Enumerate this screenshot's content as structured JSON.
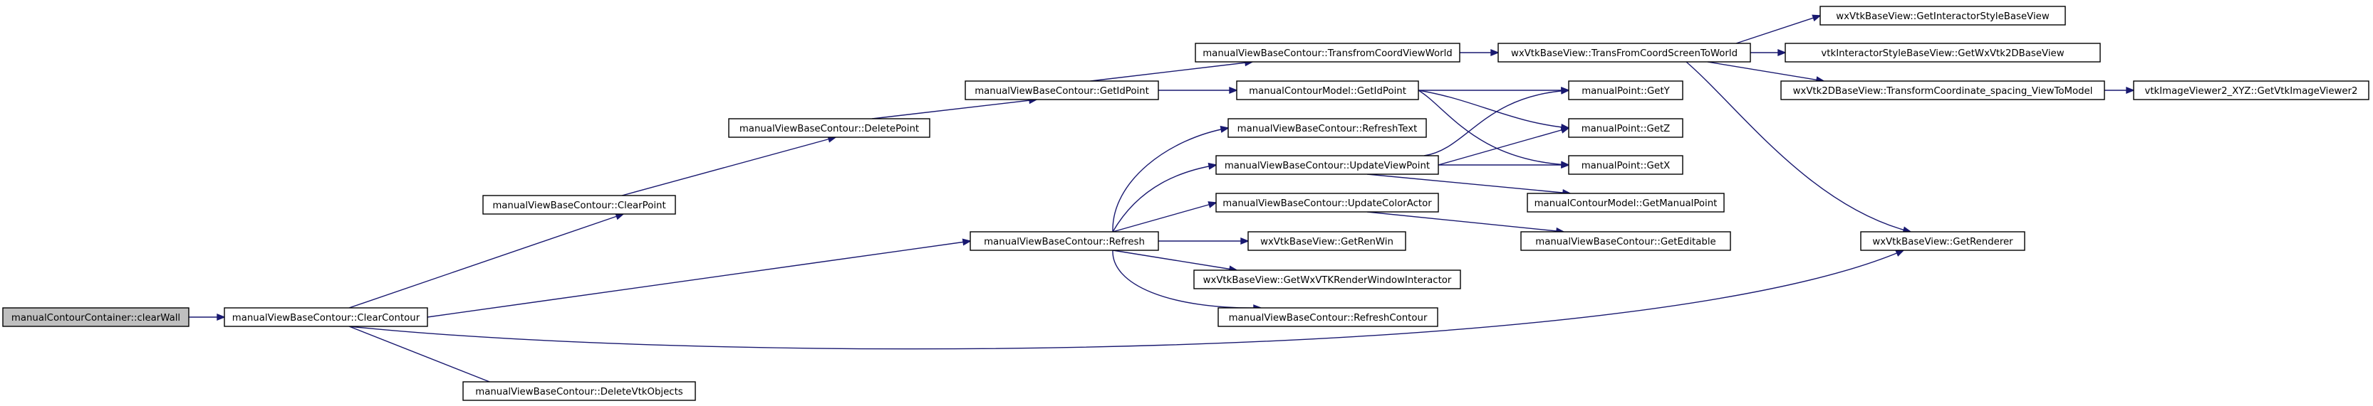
{
  "colors": {
    "background": "#ffffff",
    "node_fill": "#ffffff",
    "root_fill": "#bfbfbf",
    "node_border": "#000000",
    "edge": "#191970"
  },
  "nodes": [
    {
      "id": "n0",
      "label": "manualContourContainer::clearWall",
      "root": true
    },
    {
      "id": "n1",
      "label": "manualViewBaseContour::ClearContour"
    },
    {
      "id": "n2",
      "label": "manualViewBaseContour::ClearPoint"
    },
    {
      "id": "n3",
      "label": "manualViewBaseContour::DeletePoint"
    },
    {
      "id": "n4",
      "label": "manualViewBaseContour::GetIdPoint"
    },
    {
      "id": "n5",
      "label": "manualViewBaseContour::TransfromCoordViewWorld"
    },
    {
      "id": "n6",
      "label": "wxVtkBaseView::TransFromCoordScreenToWorld"
    },
    {
      "id": "n7",
      "label": "wxVtkBaseView::GetInteractorStyleBaseView"
    },
    {
      "id": "n8",
      "label": "vtkInteractorStyleBaseView::GetWxVtk2DBaseView"
    },
    {
      "id": "n9",
      "label": "wxVtk2DBaseView::TransformCoordinate_spacing_ViewToModel"
    },
    {
      "id": "n10",
      "label": "vtkImageViewer2_XYZ::GetVtkImageViewer2"
    },
    {
      "id": "n11",
      "label": "manualContourModel::GetIdPoint"
    },
    {
      "id": "n12",
      "label": "manualPoint::GetY"
    },
    {
      "id": "n13",
      "label": "manualPoint::GetZ"
    },
    {
      "id": "n14",
      "label": "manualPoint::GetX"
    },
    {
      "id": "n15",
      "label": "wxVtkBaseView::GetRenderer"
    },
    {
      "id": "n16",
      "label": "manualViewBaseContour::Refresh"
    },
    {
      "id": "n17",
      "label": "manualViewBaseContour::RefreshText"
    },
    {
      "id": "n18",
      "label": "manualViewBaseContour::UpdateViewPoint"
    },
    {
      "id": "n19",
      "label": "manualViewBaseContour::UpdateColorActor"
    },
    {
      "id": "n20",
      "label": "manualContourModel::GetManualPoint"
    },
    {
      "id": "n21",
      "label": "manualViewBaseContour::GetEditable"
    },
    {
      "id": "n22",
      "label": "wxVtkBaseView::GetRenWin"
    },
    {
      "id": "n23",
      "label": "wxVtkBaseView::GetWxVTKRenderWindowInteractor"
    },
    {
      "id": "n24",
      "label": "manualViewBaseContour::RefreshContour"
    },
    {
      "id": "n25",
      "label": "manualViewBaseContour::DeleteVtkObjects"
    }
  ],
  "edges": [
    {
      "from": "n0",
      "to": "n1"
    },
    {
      "from": "n1",
      "to": "n2"
    },
    {
      "from": "n1",
      "to": "n16"
    },
    {
      "from": "n1",
      "to": "n15"
    },
    {
      "from": "n1",
      "to": "n25"
    },
    {
      "from": "n2",
      "to": "n3"
    },
    {
      "from": "n3",
      "to": "n4"
    },
    {
      "from": "n4",
      "to": "n5"
    },
    {
      "from": "n4",
      "to": "n11"
    },
    {
      "from": "n5",
      "to": "n6"
    },
    {
      "from": "n6",
      "to": "n7"
    },
    {
      "from": "n6",
      "to": "n8"
    },
    {
      "from": "n6",
      "to": "n9"
    },
    {
      "from": "n6",
      "to": "n15"
    },
    {
      "from": "n9",
      "to": "n10"
    },
    {
      "from": "n11",
      "to": "n12"
    },
    {
      "from": "n11",
      "to": "n13"
    },
    {
      "from": "n11",
      "to": "n14"
    },
    {
      "from": "n16",
      "to": "n17"
    },
    {
      "from": "n16",
      "to": "n18"
    },
    {
      "from": "n16",
      "to": "n19"
    },
    {
      "from": "n16",
      "to": "n22"
    },
    {
      "from": "n16",
      "to": "n23"
    },
    {
      "from": "n16",
      "to": "n24"
    },
    {
      "from": "n18",
      "to": "n12"
    },
    {
      "from": "n18",
      "to": "n13"
    },
    {
      "from": "n18",
      "to": "n14"
    },
    {
      "from": "n18",
      "to": "n20"
    },
    {
      "from": "n19",
      "to": "n21"
    }
  ]
}
